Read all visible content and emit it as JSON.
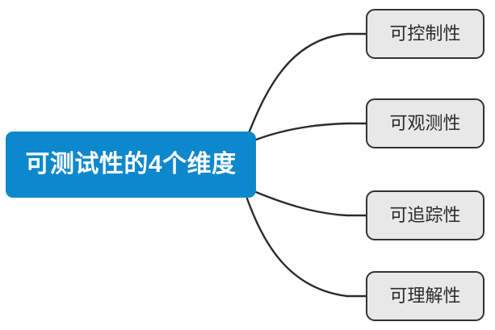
{
  "diagram": {
    "type": "mindmap",
    "root": {
      "label": "可测试性的4个维度",
      "fill_color": "#0e88cc",
      "text_color": "#ffffff"
    },
    "branches": [
      {
        "label": "可控制性"
      },
      {
        "label": "可观测性"
      },
      {
        "label": "可追踪性"
      },
      {
        "label": "可理解性"
      }
    ],
    "branch_style": {
      "fill_color": "#e8e8e8",
      "border_color": "#333333",
      "text_color": "#2b2b2b"
    },
    "connector_color": "#2b2b2b"
  }
}
